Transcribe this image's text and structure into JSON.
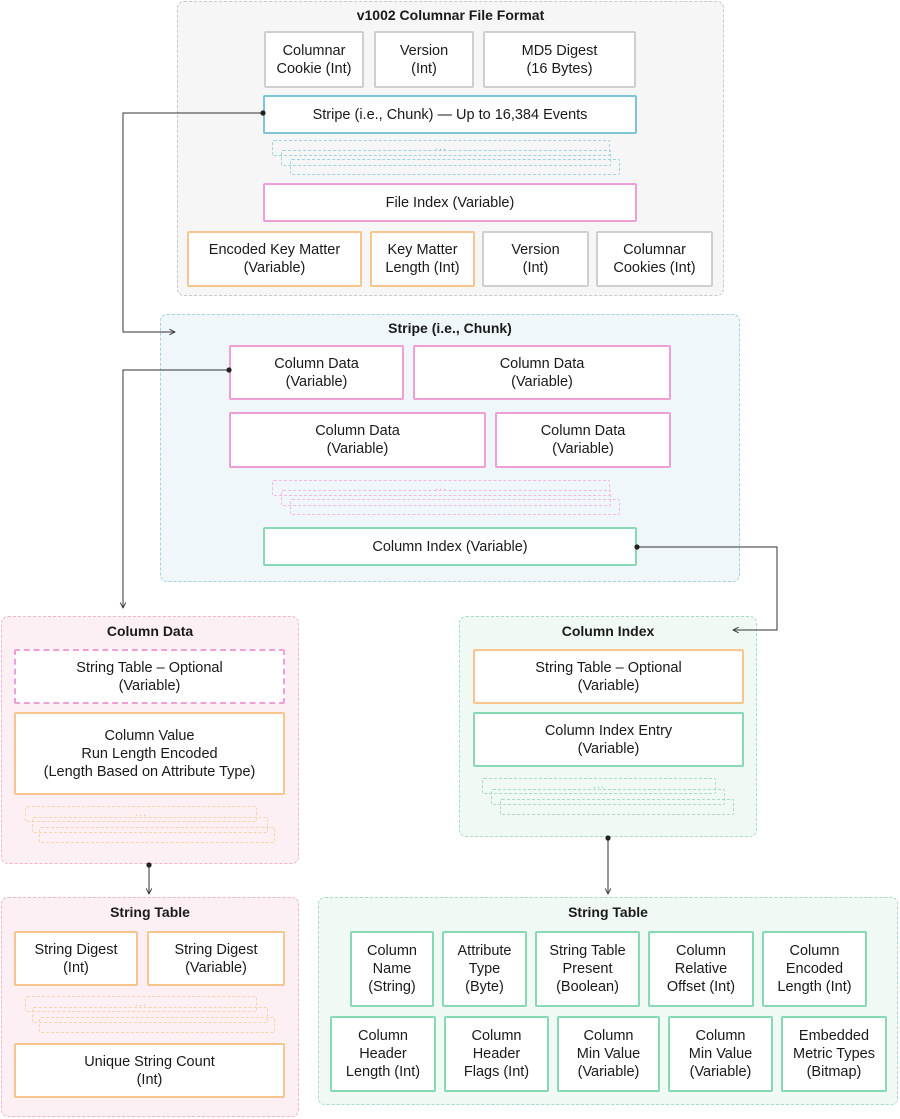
{
  "file_format": {
    "title": "v1002 Columnar File Format",
    "columnar_cookie": "Columnar\nCookie (Int)",
    "version": "Version\n(Int)",
    "md5": "MD5 Digest\n(16 Bytes)",
    "stripe": "Stripe (i.e., Chunk) — Up to 16,384 Events",
    "ellipsis": "...",
    "file_index": "File Index (Variable)",
    "encoded_key": "Encoded Key Matter\n(Variable)",
    "key_length": "Key Matter\nLength (Int)",
    "version2": "Version\n(Int)",
    "columnar_cookies": "Columnar\nCookies (Int)"
  },
  "stripe_chunk": {
    "title": "Stripe (i.e., Chunk)",
    "col_data_1": "Column Data\n(Variable)",
    "col_data_2": "Column Data\n(Variable)",
    "col_data_3": "Column Data\n(Variable)",
    "col_data_4": "Column Data\n(Variable)",
    "ellipsis": "...",
    "column_index": "Column Index (Variable)"
  },
  "column_data": {
    "title": "Column Data",
    "string_table": "String Table – Optional\n(Variable)",
    "column_value": "Column Value\nRun Length Encoded\n(Length Based on Attribute Type)",
    "ellipsis": "..."
  },
  "column_index": {
    "title": "Column Index",
    "string_table": "String Table – Optional\n(Variable)",
    "entry": "Column Index Entry\n(Variable)",
    "ellipsis": "..."
  },
  "string_table_left": {
    "title": "String Table",
    "digest_int": "String Digest\n(Int)",
    "digest_var": "String Digest\n(Variable)",
    "ellipsis": "...",
    "unique_count": "Unique String Count\n(Int)"
  },
  "string_table_right": {
    "title": "String Table",
    "col_name": "Column\nName\n(String)",
    "attr_type": "Attribute\nType\n(Byte)",
    "st_present": "String Table\nPresent\n(Boolean)",
    "rel_offset": "Column\nRelative\nOffset (Int)",
    "enc_length": "Column\nEncoded\nLength (Int)",
    "hdr_length": "Column\nHeader\nLength (Int)",
    "hdr_flags": "Column\nHeader\nFlags (Int)",
    "min_value_1": "Column\nMin Value\n(Variable)",
    "min_value_2": "Column\nMin Value\n(Variable)",
    "metric_types": "Embedded\nMetric Types\n(Bitmap)"
  },
  "colors": {
    "gray": "#cfcfcf",
    "blue": "#7cc4d6",
    "pink": "#ef9fd6",
    "orange": "#f8c58f",
    "green": "#86d9b2"
  }
}
